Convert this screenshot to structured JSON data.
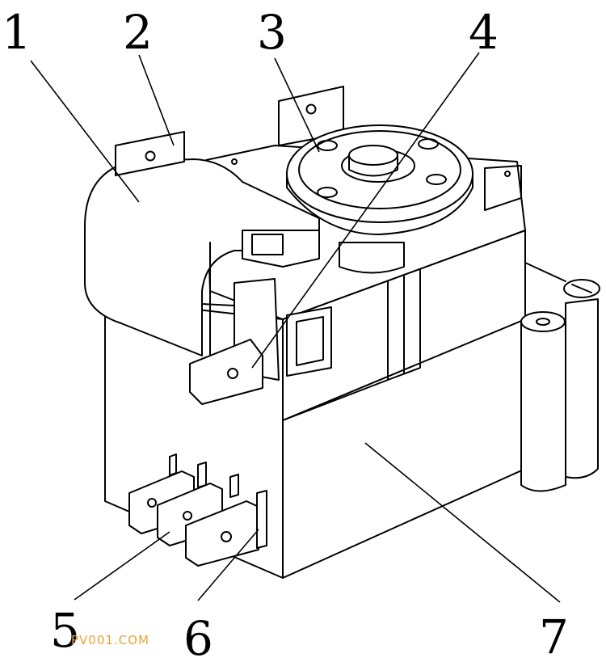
{
  "labels": {
    "l1": "1",
    "l2": "2",
    "l3": "3",
    "l4": "4",
    "l5": "5",
    "l6": "6",
    "l7": "7"
  },
  "watermark": "PV001.COM"
}
